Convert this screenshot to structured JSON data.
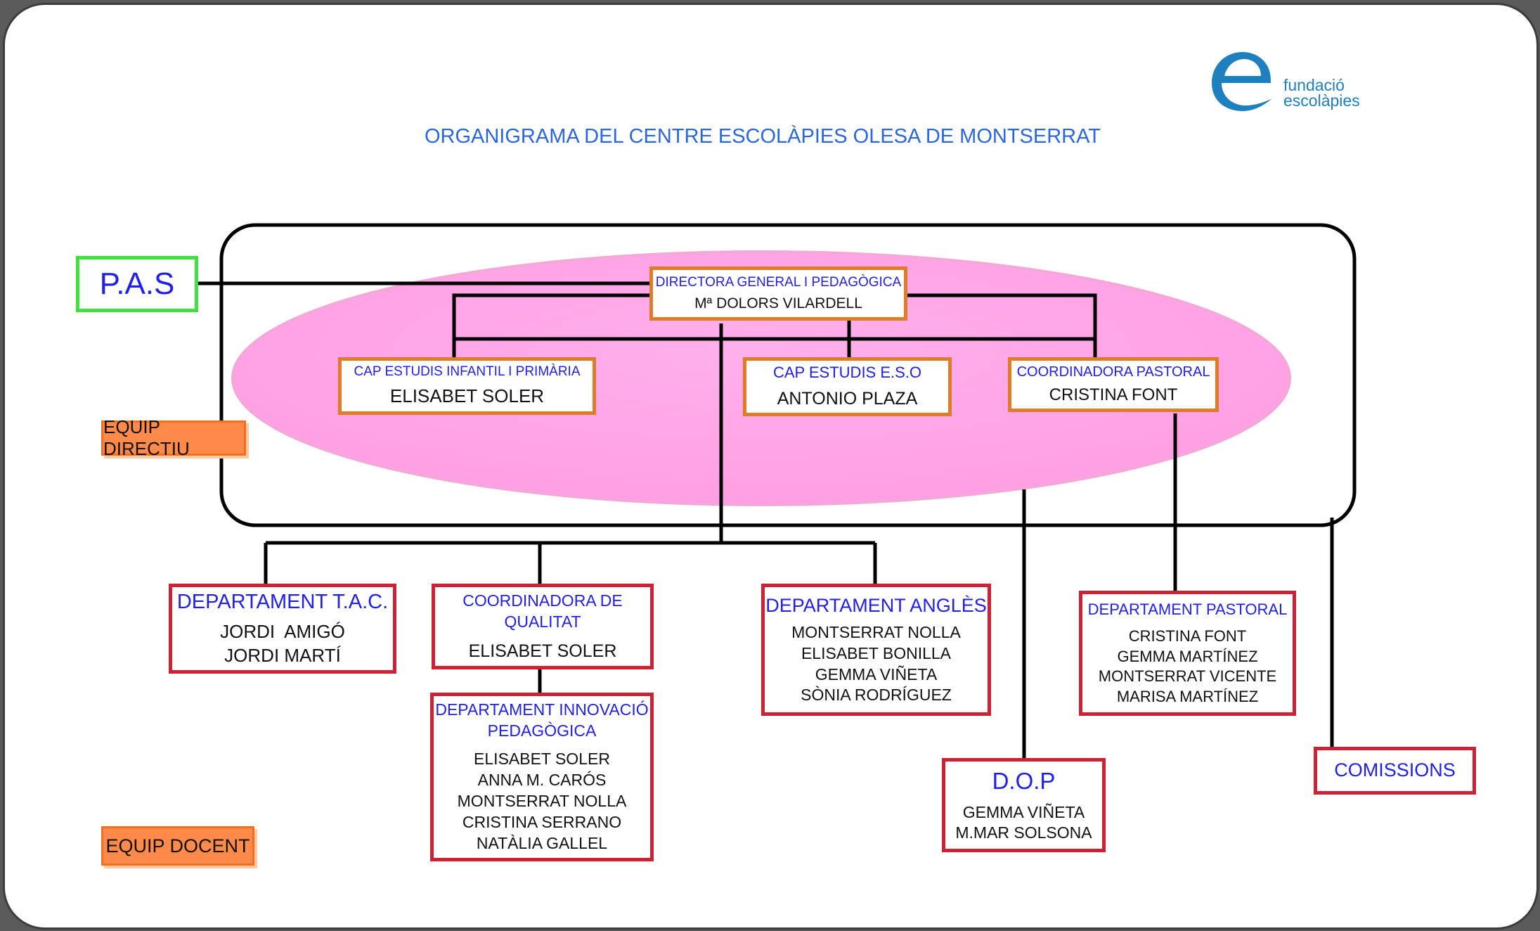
{
  "title": "ORGANIGRAMA DEL CENTRE ESCOLÀPIES OLESA DE MONTSERRAT",
  "logo": {
    "line1": "fundació",
    "line2": "escolàpies"
  },
  "colors": {
    "title": "#2a66e0",
    "label_blue": "#2020e8",
    "orange_border": "#e07b28",
    "red_border": "#cc2233",
    "green_border": "#44e040",
    "ellipse": "#ffa8e8"
  },
  "pas": {
    "label": "P.A.S"
  },
  "tags": {
    "equip_directiu": "EQUIP DIRECTIU",
    "equip_docent": "EQUIP DOCENT"
  },
  "directora": {
    "role": "DIRECTORA GENERAL I PEDAGÒGICA",
    "name": "Mª DOLORS VILARDELL"
  },
  "cap_infantil": {
    "role": "CAP ESTUDIS INFANTIL I PRIMÀRIA",
    "name": "ELISABET SOLER"
  },
  "cap_eso": {
    "role": "CAP ESTUDIS E.S.O",
    "name": "ANTONIO PLAZA"
  },
  "pastoral_coord": {
    "role": "COORDINADORA PASTORAL",
    "name": "CRISTINA FONT"
  },
  "dept_tac": {
    "role": "DEPARTAMENT T.A.C.",
    "members": [
      "JORDI  AMIGÓ",
      "JORDI MARTÍ"
    ]
  },
  "coord_qualitat": {
    "role1": "COORDINADORA DE",
    "role2": "QUALITAT",
    "name": "ELISABET SOLER"
  },
  "dept_innovacio": {
    "role1": "DEPARTAMENT INNOVACIÓ",
    "role2": "PEDAGÒGICA",
    "members": [
      "ELISABET SOLER",
      "ANNA M. CARÓS",
      "MONTSERRAT NOLLA",
      "CRISTINA SERRANO",
      "NATÀLIA GALLEL"
    ]
  },
  "dept_angles": {
    "role": "DEPARTAMENT ANGLÈS",
    "members": [
      "MONTSERRAT NOLLA",
      "ELISABET BONILLA",
      "GEMMA VIÑETA",
      "SÒNIA RODRÍGUEZ"
    ]
  },
  "dop": {
    "role": "D.O.P",
    "members": [
      "GEMMA VIÑETA",
      "M.MAR SOLSONA"
    ]
  },
  "dept_pastoral": {
    "role": "DEPARTAMENT PASTORAL",
    "members": [
      "CRISTINA FONT",
      "GEMMA MARTÍNEZ",
      "MONTSERRAT VICENTE",
      "MARISA MARTÍNEZ"
    ]
  },
  "comissions": {
    "label": "COMISSIONS"
  }
}
